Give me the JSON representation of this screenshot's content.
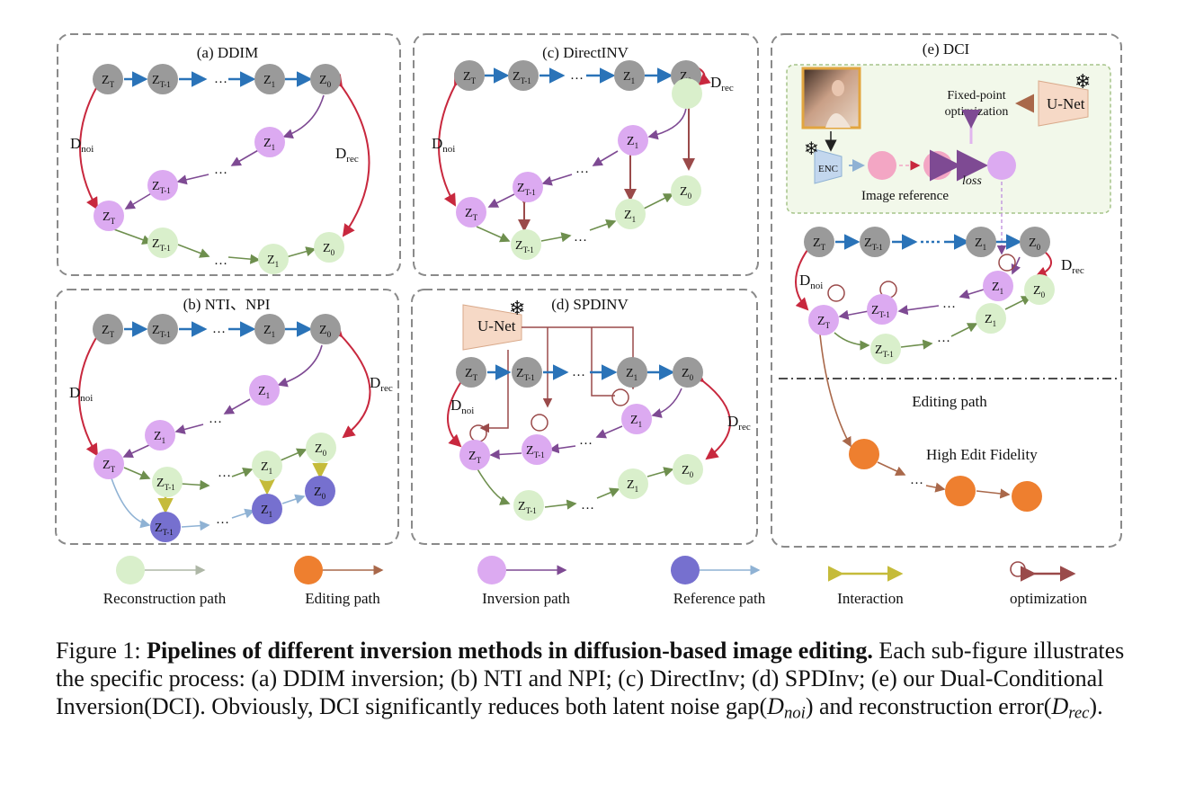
{
  "panels": {
    "a": {
      "title": "(a) DDIM"
    },
    "b": {
      "title": "(b) NTI、NPI"
    },
    "c": {
      "title": "(c) DirectINV"
    },
    "d": {
      "title": "(d) SPDINV"
    },
    "e": {
      "title": "(e) DCI"
    }
  },
  "symbols": {
    "z": "Z",
    "sub_T": "T",
    "sub_T1": "T-1",
    "sub_1": "1",
    "sub_0": "0",
    "dots": "…",
    "D": "D",
    "sub_noi": "noi",
    "sub_rec": "rec"
  },
  "labels": {
    "unet": "U-Net",
    "enc": "ENC",
    "fixed_point_1": "Fixed-point",
    "fixed_point_2": "optimization",
    "image_reference": "Image reference",
    "loss": "loss",
    "editing_path": "Editing path",
    "high_edit_fidelity": "High Edit Fidelity"
  },
  "legend": [
    {
      "label": "Reconstruction path",
      "color": "#d9efcb",
      "arrow": "#aeb7a6"
    },
    {
      "label": "Editing path",
      "color": "#ee7f2f",
      "arrow": "#a9684a"
    },
    {
      "label": "Inversion path",
      "color": "#dcaaf1",
      "arrow": "#7e4a93"
    },
    {
      "label": "Reference path",
      "color": "#7670cf",
      "arrow": "#8fb2d4"
    },
    {
      "label": "Interaction",
      "color": "#c5bb3a"
    },
    {
      "label": "optimization",
      "color": "#9a4a4a"
    }
  ],
  "caption": {
    "prefix": "Figure 1: ",
    "bold": "Pipelines of different inversion methods in diffusion-based image editing.",
    "text1": " Each sub-figure illustrates the specific process: (a) DDIM inversion; (b) NTI and NPI; (c) DirectInv; (d) SPDInv; (e) our Dual-Conditional Inversion(DCI). Obviously, DCI significantly reduces both latent noise gap(",
    "text2": ") and reconstruction error(",
    "text3": ").",
    "d": "D",
    "noi": "noi",
    "rec": "rec"
  },
  "colors": {
    "gray": "#9a9a9a",
    "purple": "#dcaaf1",
    "green": "#d9efcb",
    "blue": "#7670cf",
    "orange": "#ee7f2f",
    "pink": "#f3a6c4",
    "arrow_blue": "#2a73b8",
    "arrow_purple": "#7e4a93",
    "arrow_green": "#6e8f4e",
    "arrow_red": "#c8283e",
    "arrow_lightblue": "#8fb2d4",
    "arrow_brown": "#9a4a4a",
    "interaction": "#c5bb3a"
  }
}
